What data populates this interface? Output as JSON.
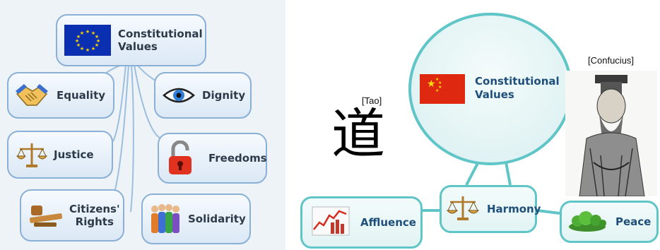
{
  "left": {
    "root": "Constitutional\nValues",
    "nodes": {
      "equality": "Equality",
      "dignity": "Dignity",
      "justice": "Justice",
      "freedoms": "Freedoms",
      "citizens_rights": "Citizens'\nRights",
      "solidarity": "Solidarity"
    }
  },
  "right": {
    "root": "Constitutional\nValues",
    "tao_caption": "[Tao]",
    "tao_char": "道",
    "confucius_caption": "[Confucius]",
    "nodes": {
      "harmony": "Harmony",
      "affluence": "Affluence",
      "peace": "Peace"
    }
  },
  "colors": {
    "eu_blue": "#0a2fb0",
    "eu_star": "#ffd200",
    "china_red": "#de2910",
    "china_star": "#ffde00",
    "left_border": "#8ab0d6",
    "right_border": "#5fc5c6"
  }
}
